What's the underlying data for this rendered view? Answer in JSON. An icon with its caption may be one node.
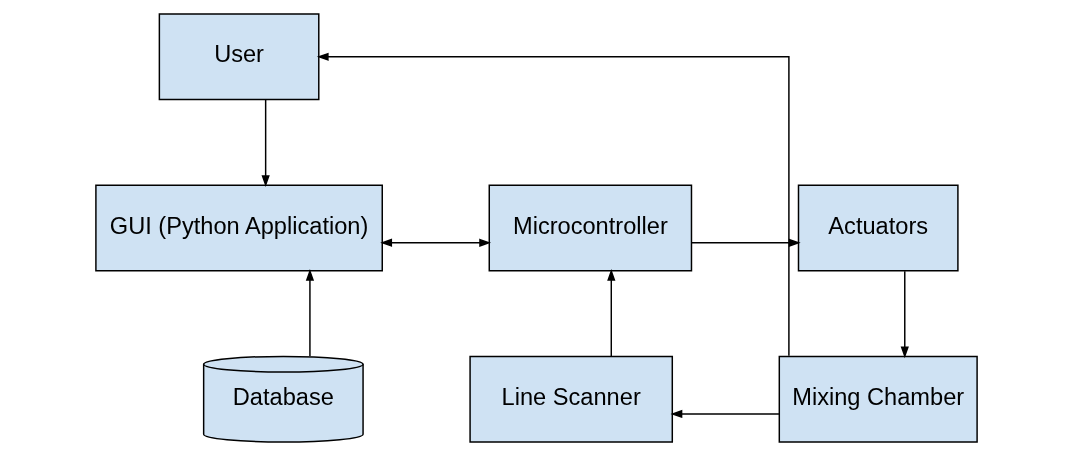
{
  "diagram": {
    "nodes": [
      {
        "text": [
          "User"
        ]
      },
      {
        "text": [
          "GUI (Python Application)"
        ]
      },
      {
        "text": [
          "Microcontroller"
        ]
      },
      {
        "text": [
          "Actuators"
        ]
      },
      {
        "text": [
          "Database"
        ]
      },
      {
        "text": [
          "Line Scanner"
        ]
      },
      {
        "text": [
          "Mixing Chamber"
        ]
      }
    ],
    "edges": [
      {
        "from": 0,
        "to": 1,
        "arrow": "to"
      },
      {
        "from": 1,
        "to": 2,
        "arrow": "both"
      },
      {
        "from": 2,
        "to": 3,
        "arrow": "to"
      },
      {
        "from": 4,
        "to": 1,
        "arrow": "to"
      },
      {
        "from": 3,
        "to": 6,
        "arrow": "to"
      },
      {
        "from": 5,
        "to": 2,
        "arrow": "to"
      },
      {
        "from": 6,
        "to": 5,
        "arrow": "to"
      },
      {
        "from": 6,
        "to": 0,
        "arrow": "to"
      }
    ]
  }
}
